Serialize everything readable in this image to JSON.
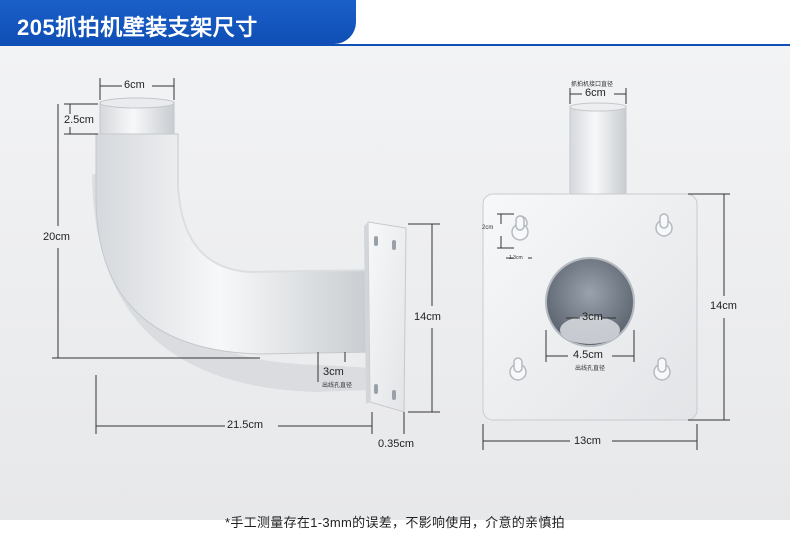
{
  "header": {
    "title": "205抓拍机壁装支架尺寸"
  },
  "left_view": {
    "pipe_diameter": "6cm",
    "collar_height": "2.5cm",
    "total_height": "20cm",
    "plate_height": "14cm",
    "outlet_diameter": "3cm",
    "outlet_caption": "出线孔直径",
    "total_depth": "21.5cm",
    "plate_thickness": "0.35cm"
  },
  "right_view": {
    "interface_caption": "抓拍机接口直径",
    "interface_diameter": "6cm",
    "slot_height": "2cm",
    "slot_width": "1.3cm",
    "plate_height": "14cm",
    "inner_hole": "3cm",
    "outer_hole": "4.5cm",
    "outlet_caption": "出线孔直径",
    "plate_width": "13cm"
  },
  "footer": {
    "note": "*手工测量存在1-3mm的误差，不影响使用，介意的亲慎拍"
  },
  "colors": {
    "banner": "#0f4fb6",
    "bracket": "#eef0f2",
    "shadow": "#c9ccd0"
  }
}
